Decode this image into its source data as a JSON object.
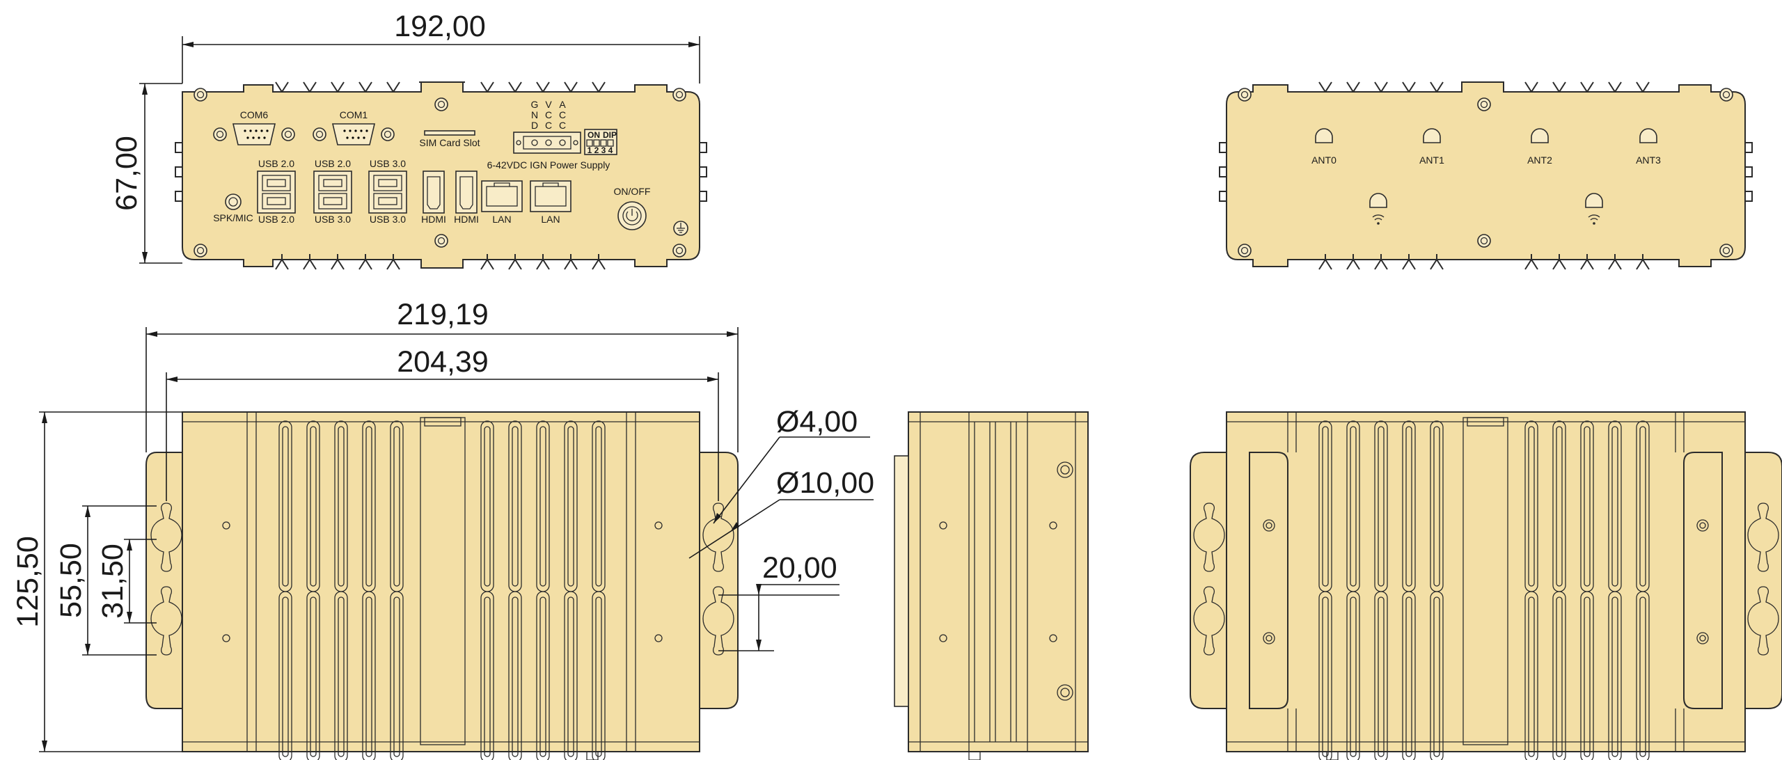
{
  "colors": {
    "body_fill": "#f3dfa6",
    "outline": "#2b2b2b",
    "dimension_text": "#1a1a1a"
  },
  "dimensions": {
    "front_width": "192,00",
    "front_height": "67,00",
    "overall_width": "219,19",
    "mount_spacing": "204,39",
    "hole_small": "Ø4,00",
    "hole_large": "Ø10,00",
    "slot_offset": "20,00",
    "overall_depth": "125,50",
    "bracket_span": "55,50",
    "slot_span": "31,50"
  },
  "front_panel": {
    "com6": "COM6",
    "com1": "COM1",
    "sim_slot": "SIM Card Slot",
    "pin_col1": [
      "G",
      "N",
      "D"
    ],
    "pin_col2": [
      "V",
      "C",
      "C"
    ],
    "pin_col3": [
      "A",
      "C",
      "C"
    ],
    "power_label": "6-42VDC IGN Power Supply",
    "on_label": "ON",
    "dip_label": "DIP",
    "dip_numbers": [
      "1",
      "2",
      "3",
      "4"
    ],
    "usb_top": [
      "USB 2.0",
      "USB 2.0",
      "USB 3.0"
    ],
    "usb_bottom": [
      "USB 2.0",
      "USB 3.0",
      "USB 3.0"
    ],
    "spk_mic": "SPK/MIC",
    "hdmi": [
      "HDMI",
      "HDMI"
    ],
    "lan": [
      "LAN",
      "LAN"
    ],
    "on_off": "ON/OFF"
  },
  "rear_panel": {
    "antennas": [
      "ANT0",
      "ANT1",
      "ANT2",
      "ANT3"
    ]
  }
}
